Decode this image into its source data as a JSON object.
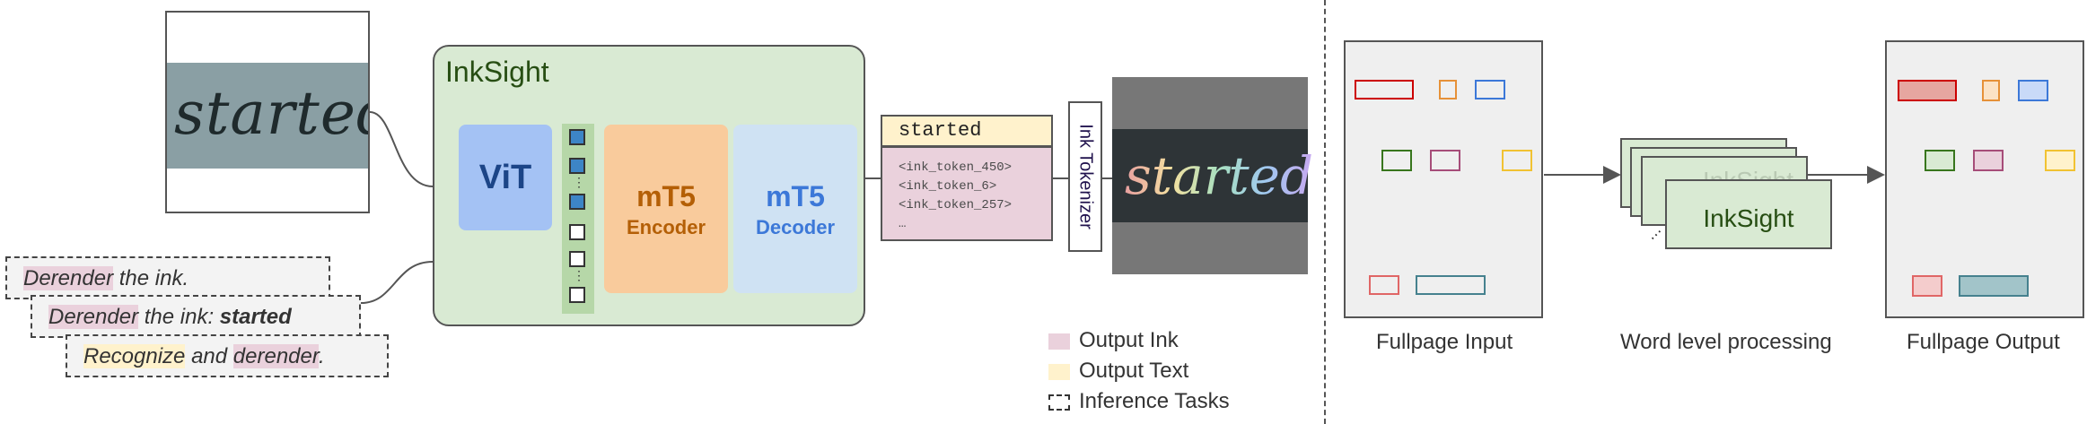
{
  "model": {
    "title": "InkSight",
    "vit_label": "ViT",
    "encoder": {
      "title": "mT5",
      "subtitle": "Encoder"
    },
    "decoder": {
      "title": "mT5",
      "subtitle": "Decoder"
    }
  },
  "input_word": "started",
  "output_text": "started",
  "output_ink_tokens": [
    "<ink_token_450>",
    "<ink_token_6>",
    "<ink_token_257>",
    "…"
  ],
  "tokenizer_label": "Ink Tokenizer",
  "rendered_word": "started",
  "tasks": [
    {
      "parts": [
        "Derender",
        " the ink."
      ]
    },
    {
      "parts": [
        "Derender",
        " the ink: ",
        "started"
      ]
    },
    {
      "parts": [
        "Recognize",
        " and ",
        "derender",
        "."
      ]
    }
  ],
  "legend": [
    {
      "label": "Output Ink",
      "color": "#ead1dc"
    },
    {
      "label": "Output Text",
      "color": "#fff2cc"
    },
    {
      "label": "Inference Tasks",
      "color": "dashed"
    }
  ],
  "pipeline": {
    "input_caption": "Fullpage Input",
    "processing_caption": "Word level processing",
    "output_caption": "Fullpage Output",
    "card_label": "InkSight"
  },
  "colors": {
    "red": "#cc0000",
    "orange": "#e69138",
    "blue": "#3c78d8",
    "green": "#38761d",
    "magenta": "#a64d79",
    "yellow": "#f1c232",
    "teal": "#45818e",
    "line": "#555555"
  }
}
